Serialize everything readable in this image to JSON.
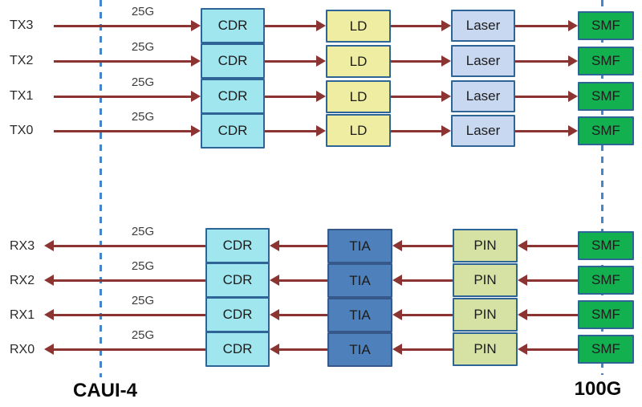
{
  "diagram": {
    "left_boundary_label": "CAUI-4",
    "right_boundary_label": "100G",
    "lane_rate": "25G",
    "tx_section": {
      "lanes": [
        "TX3",
        "TX2",
        "TX1",
        "TX0"
      ],
      "blocks": [
        "CDR",
        "LD",
        "Laser",
        "SMF"
      ]
    },
    "rx_section": {
      "lanes": [
        "RX3",
        "RX2",
        "RX1",
        "RX0"
      ],
      "blocks": [
        "CDR",
        "TIA",
        "PIN",
        "SMF"
      ]
    },
    "colors": {
      "cdr_fill": "#9fe6ee",
      "ld_fill": "#eeeda1",
      "laser_fill": "#c8d8f0",
      "smf_fill": "#12b04f",
      "tia_fill": "#4e80bb",
      "pin_fill": "#d6e2a3",
      "box_border": "#2f6496",
      "tia_border": "#36588a",
      "arrow": "#8c3432",
      "boundary_line": "#4585cc"
    }
  }
}
